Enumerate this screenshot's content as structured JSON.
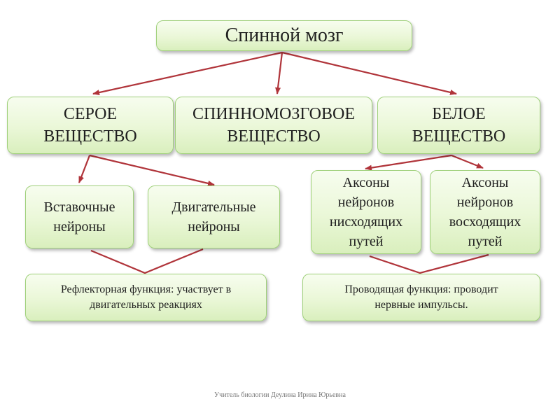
{
  "title": "Спинной мозг",
  "level1": {
    "gray_matter": [
      "СЕРОЕ",
      "ВЕЩЕСТВО"
    ],
    "spinal_matter": [
      "СПИННОМОЗГОВОЕ",
      "ВЕЩЕСТВО"
    ],
    "white_matter": [
      "БЕЛОЕ",
      "ВЕЩЕСТВО"
    ]
  },
  "level2": {
    "interneurons": [
      "Вставочные",
      "нейроны"
    ],
    "motor_neurons": [
      "Двигательные",
      "нейроны"
    ],
    "descending_axons": [
      "Аксоны",
      "нейронов",
      "нисходящих",
      "путей"
    ],
    "ascending_axons": [
      "Аксоны",
      "нейронов",
      "восходящих",
      "путей"
    ]
  },
  "functions": {
    "reflex": [
      "Рефлекторная функция: участвует в",
      "двигательных реакциях"
    ],
    "conduction": [
      "Проводящая функция: проводит",
      "нервные импульсы."
    ]
  },
  "author": [
    "Учитель биологии",
    "Деулина Ирина Юрьевна"
  ],
  "colors": {
    "arrow": "#b0343a",
    "box_border": "#9fd07a",
    "box_fill": "#eaf7d7"
  }
}
